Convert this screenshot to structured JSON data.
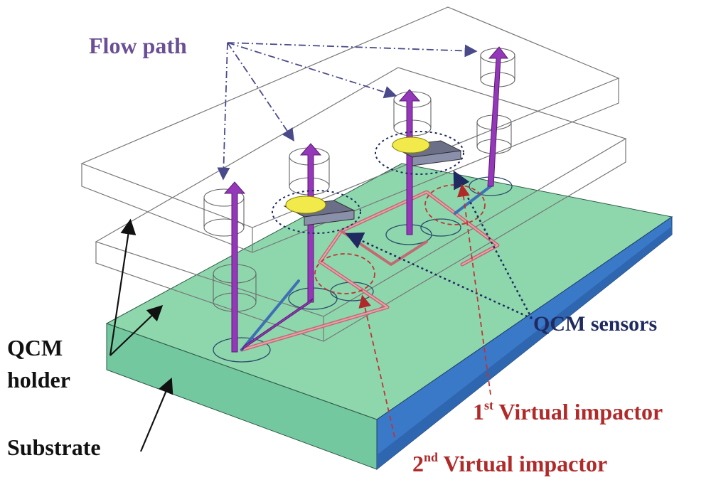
{
  "labels": {
    "flow_path": "Flow path",
    "qcm_sensors": "QCM sensors",
    "qcm_holder_line1": "QCM",
    "qcm_holder_line2": "holder",
    "substrate": "Substrate",
    "vi1_num": "1",
    "vi1_sup": "st",
    "vi1_text": " Virtual impactor",
    "vi2_num": "2",
    "vi2_sup": "nd",
    "vi2_text": " Virtual impactor"
  },
  "colors": {
    "flow_label": "#6a4f96",
    "sensor_label": "#1f2a60",
    "impactor_label": "#b12a2a",
    "black_label": "#111111",
    "substrate_top": "#8ed7ad",
    "substrate_side": "#6cbf95",
    "substrate_base": "#3a78c8",
    "flow_arrow": "#9437b8",
    "channel": "#c26a74",
    "sensor_pad": "#f2ea4a"
  },
  "icons": {
    "flow_arrow": "purple-vertical-arrow-icon",
    "sensor": "qcm-sensor-icon"
  }
}
